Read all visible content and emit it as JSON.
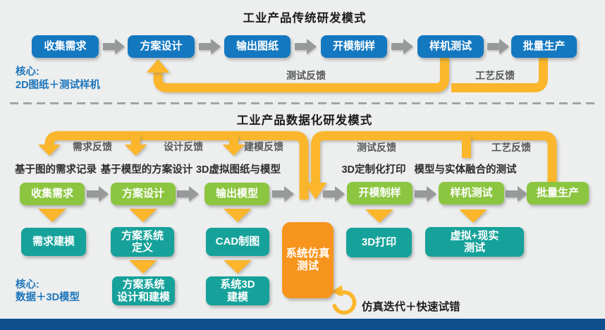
{
  "traditional": {
    "title": "工业产品传统研发模式",
    "steps": [
      "收集需求",
      "方案设计",
      "输出图纸",
      "开模制样",
      "样机测试",
      "批量生产"
    ],
    "feedback": {
      "test": "测试反馈",
      "process": "工艺反馈"
    },
    "core_label": "核心:",
    "core_value": "2D图纸＋测试样机"
  },
  "digital": {
    "title": "工业产品数据化研发模式",
    "steps": [
      "收集需求",
      "方案设计",
      "输出模型",
      "开模制样",
      "样机测试",
      "批量生产"
    ],
    "feedback": {
      "requirement": "需求反馈",
      "design": "设计反馈",
      "modeling": "建模反馈",
      "test": "测试反馈",
      "process": "工艺反馈"
    },
    "descriptions": [
      "基于图的需求记录",
      "基于模型的方案设计",
      "3D虚拟图纸与模型",
      "3D定制化打印",
      "模型与实体融合的测试"
    ],
    "sub_steps_row1": [
      "需求建模",
      "方案系统\n定义",
      "CAD制图",
      "3D打印",
      "虚拟+现实\n测试"
    ],
    "sub_steps_row2": [
      "方案系统\n设计和建模",
      "系统3D\n建模"
    ],
    "simulation_box": "系统仿真\n测试",
    "iteration_note": "仿真迭代＋快速试错",
    "core_label": "核心:",
    "core_value": "数据＋3D模型"
  },
  "colors": {
    "traditional_step": "#1478c1",
    "digital_step": "#8cc540",
    "digital_sub_step": "#16a29a",
    "simulation": "#f7941d",
    "feedback_line": "#fbb62b",
    "flow_arrow": "#98999b",
    "core_text": "#1b75bc",
    "footer_bar": "#0d4e8d"
  }
}
